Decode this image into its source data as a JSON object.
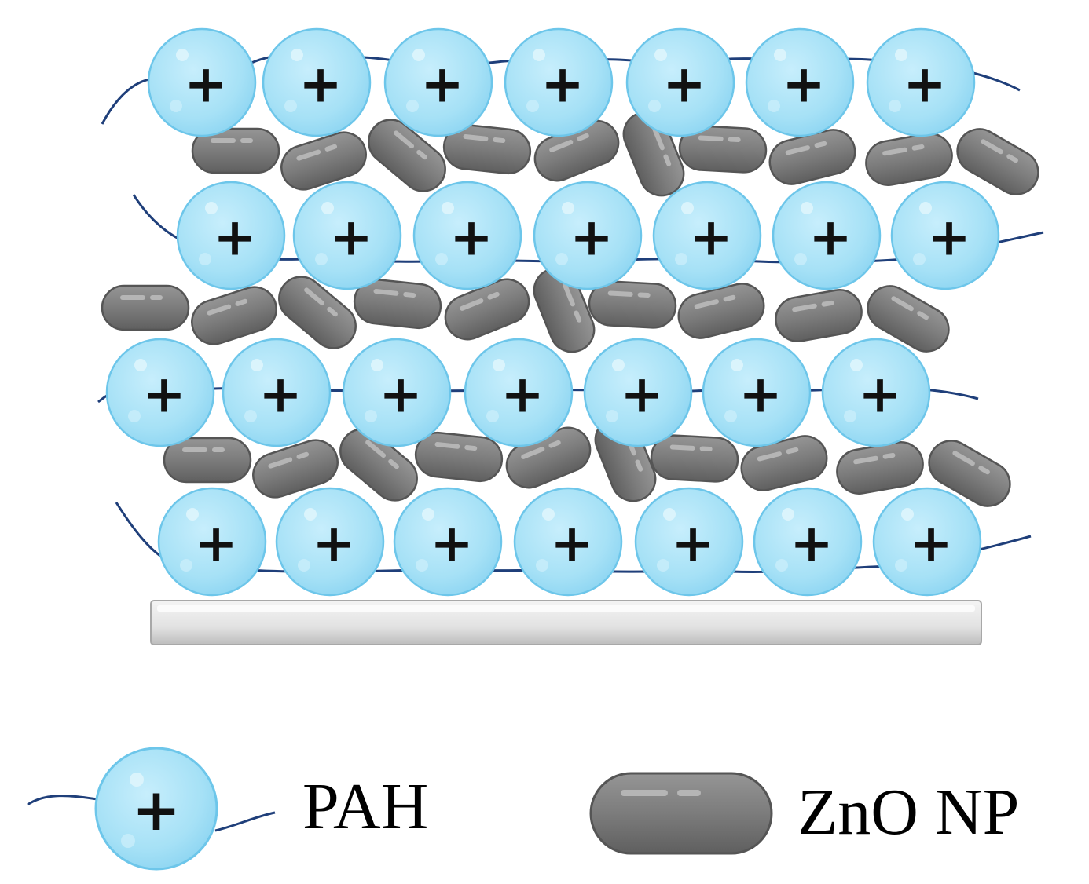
{
  "diagram": {
    "particle_symbol": "+",
    "layers": 4,
    "pah_per_layer": 7,
    "zno_per_layer": 10,
    "colors": {
      "pah_fill": "#a6e1f6",
      "pah_stroke": "#6dc6ea",
      "chain": "#1f3f7a",
      "zno_fill": "#7f7f7f",
      "zno_stroke": "#555555",
      "substrate": "#e6e6e6"
    }
  },
  "legend": {
    "pah": {
      "symbol": "+",
      "label": "PAH",
      "icon": "pah-particle-icon"
    },
    "zno": {
      "label": "ZnO NP",
      "icon": "zno-nanoparticle-icon"
    }
  }
}
